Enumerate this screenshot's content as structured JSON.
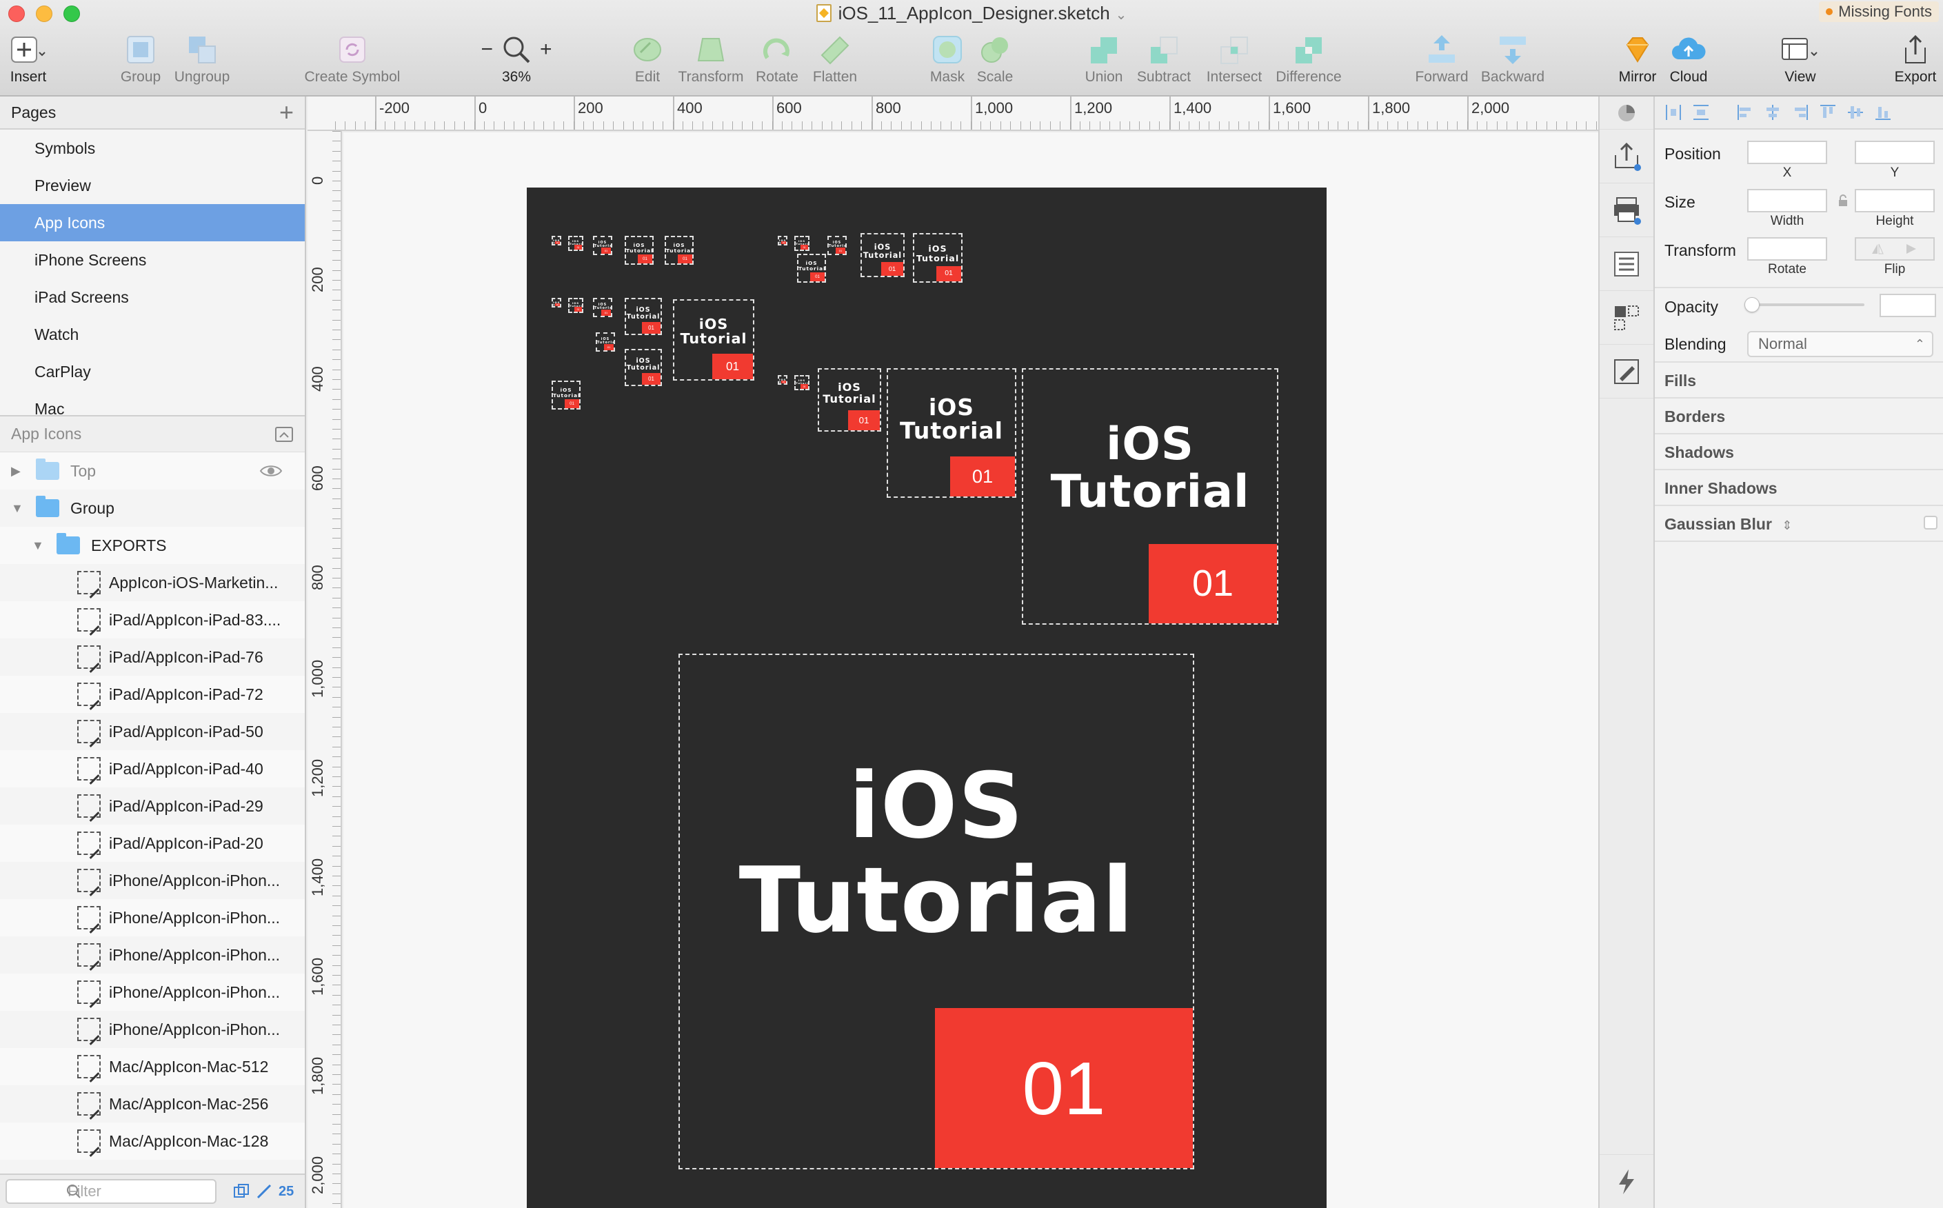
{
  "window": {
    "title": "iOS_11_AppIcon_Designer.sketch",
    "missing_fonts": "Missing Fonts"
  },
  "toolbar": {
    "insert": "Insert",
    "group": "Group",
    "ungroup": "Ungroup",
    "create_symbol": "Create Symbol",
    "zoom": "36%",
    "zoom_minus": "−",
    "zoom_plus": "+",
    "edit": "Edit",
    "transform": "Transform",
    "rotate": "Rotate",
    "flatten": "Flatten",
    "mask": "Mask",
    "scale": "Scale",
    "union": "Union",
    "subtract": "Subtract",
    "intersect": "Intersect",
    "difference": "Difference",
    "forward": "Forward",
    "backward": "Backward",
    "mirror": "Mirror",
    "cloud": "Cloud",
    "view": "View",
    "export": "Export"
  },
  "pages": {
    "title": "Pages",
    "add": "+",
    "items": [
      {
        "label": "Symbols"
      },
      {
        "label": "Preview"
      },
      {
        "label": "App Icons"
      },
      {
        "label": "iPhone Screens"
      },
      {
        "label": "iPad Screens"
      },
      {
        "label": "Watch"
      },
      {
        "label": "CarPlay"
      },
      {
        "label": "Mac"
      }
    ],
    "selected": "App Icons"
  },
  "layers": {
    "title": "App Icons",
    "top": "Top",
    "group": "Group",
    "exports": "EXPORTS",
    "items": [
      "AppIcon-iOS-Marketin...",
      "iPad/AppIcon-iPad-83....",
      "iPad/AppIcon-iPad-76",
      "iPad/AppIcon-iPad-72",
      "iPad/AppIcon-iPad-50",
      "iPad/AppIcon-iPad-40",
      "iPad/AppIcon-iPad-29",
      "iPad/AppIcon-iPad-20",
      "iPhone/AppIcon-iPhon...",
      "iPhone/AppIcon-iPhon...",
      "iPhone/AppIcon-iPhon...",
      "iPhone/AppIcon-iPhon...",
      "iPhone/AppIcon-iPhon...",
      "Mac/AppIcon-Mac-512",
      "Mac/AppIcon-Mac-256",
      "Mac/AppIcon-Mac-128"
    ],
    "filter_placeholder": "Filter",
    "slice_count": "25"
  },
  "rulers": {
    "horizontal": [
      "-200",
      "0",
      "200",
      "400",
      "600",
      "800",
      "1,000",
      "1,200",
      "1,400",
      "1,600",
      "1,800",
      "2,000"
    ],
    "vertical": [
      "0",
      "200",
      "400",
      "600",
      "800",
      "1,000",
      "1,200",
      "1,400",
      "1,600",
      "1,800",
      "2,000"
    ]
  },
  "artwork": {
    "title_line1": "iOS",
    "title_line2": "Tutorial",
    "badge": "01",
    "artboard_color": "#2b2b2b",
    "badge_color": "#f13a30"
  },
  "inspector": {
    "position": "Position",
    "x": "X",
    "y": "Y",
    "size": "Size",
    "width": "Width",
    "height": "Height",
    "transform": "Transform",
    "rotate": "Rotate",
    "flip": "Flip",
    "opacity": "Opacity",
    "blending": "Blending",
    "blending_value": "Normal",
    "fills": "Fills",
    "borders": "Borders",
    "shadows": "Shadows",
    "inner_shadows": "Inner Shadows",
    "gaussian_blur": "Gaussian Blur"
  }
}
